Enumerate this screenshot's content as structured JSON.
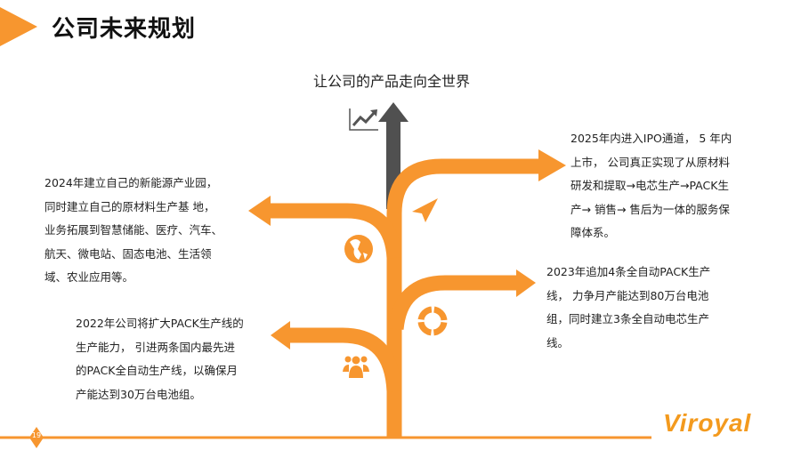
{
  "header": {
    "title": "公司未来规划"
  },
  "goal": "让公司的产品走向全世界",
  "milestones": {
    "y2025": {
      "lines": [
        "2025年内进入IPO通道， 5 年内",
        "上市， 公司真正实现了从原材料",
        "研发和提取→电芯生产→PACK生",
        "产→ 销售→ 售后为一体的服务保",
        "障体系。"
      ]
    },
    "y2024": {
      "lines": [
        "2024年建立自己的新能源产业园，",
        "同时建立自己的原材料生产基 地，",
        "业务拓展到智慧储能、医疗、汽车、",
        "航天、微电站、固态电池、生活领",
        "域、农业应用等。"
      ]
    },
    "y2023": {
      "lines": [
        "2023年追加4条全自动PACK生产",
        "线， 力争月产能达到80万台电池",
        "组，同时建立3条全自动电芯生产",
        "线。"
      ]
    },
    "y2022": {
      "lines": [
        "2022年公司将扩大PACK生产线的",
        "生产能力， 引进两条国内最先进",
        "的PACK全自动生产线，以确保月",
        "产能达到30万台电池组。"
      ]
    }
  },
  "footer": {
    "page_number": "19",
    "logo_text": "Viroyal"
  },
  "colors": {
    "accent": "#F7962F",
    "trunk_top": "#505050",
    "text": "#222222"
  }
}
